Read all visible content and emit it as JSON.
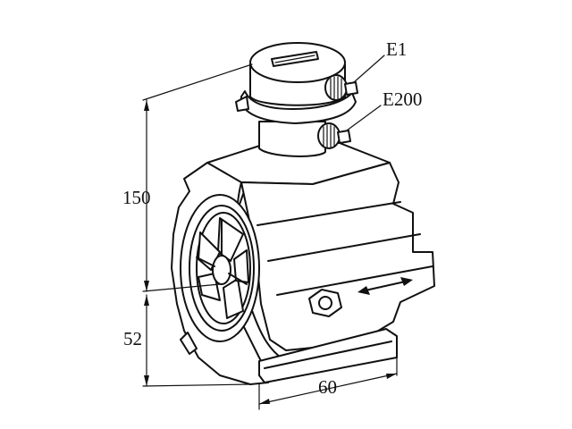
{
  "labels": {
    "e1": "E1",
    "e200": "E200"
  },
  "dimensions": {
    "height_upper": "150",
    "height_lower": "52",
    "width": "60"
  }
}
